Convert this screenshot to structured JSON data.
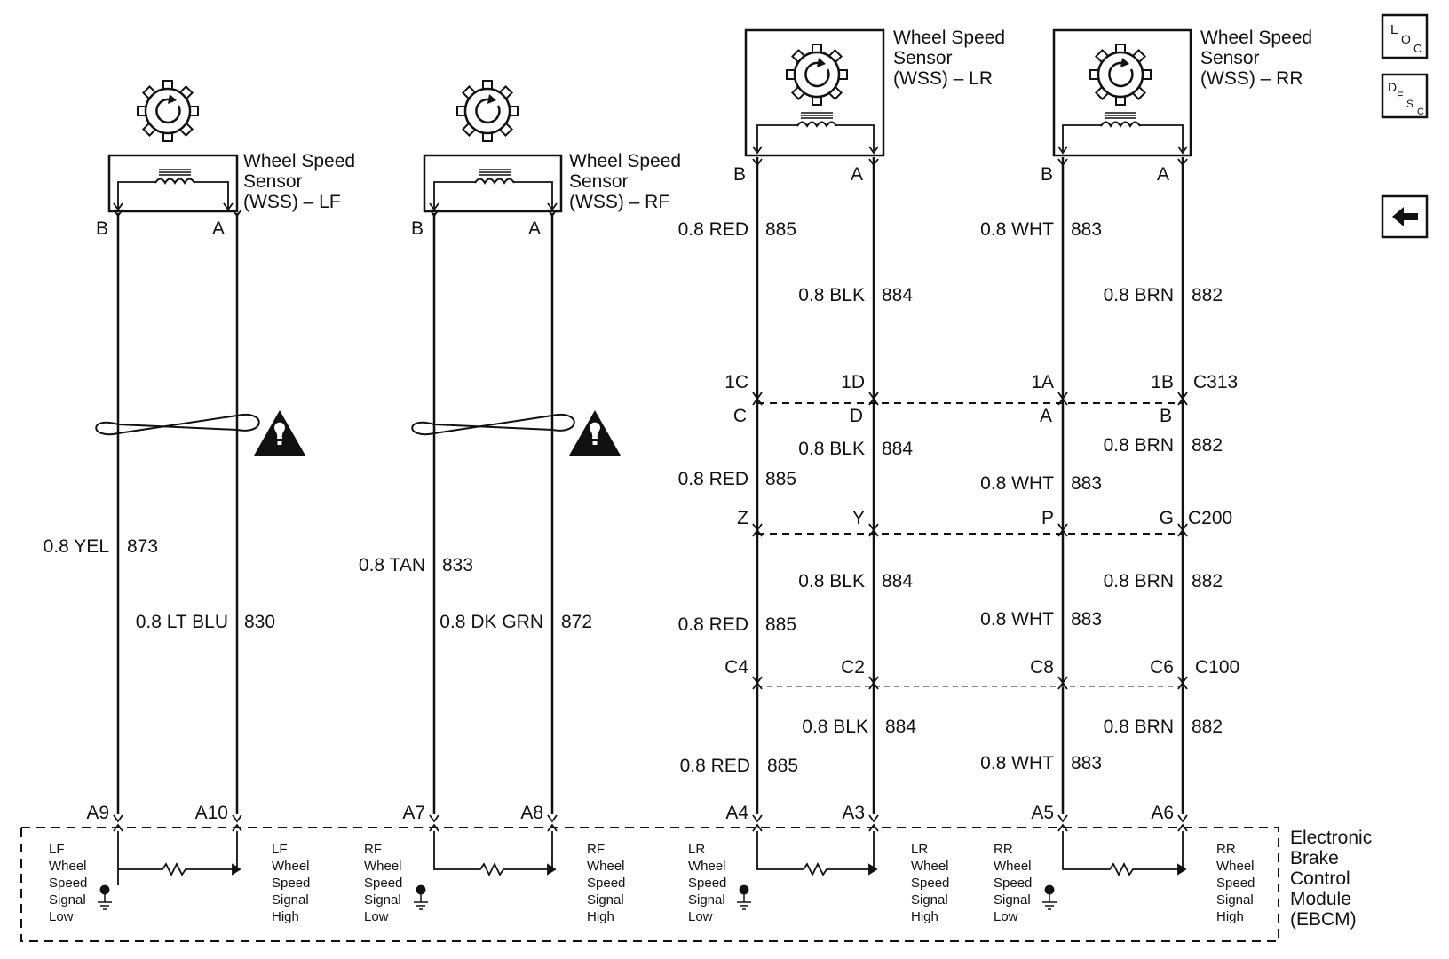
{
  "sensors": {
    "lf": [
      "Wheel Speed",
      "Sensor",
      "(WSS) – LF"
    ],
    "rf": [
      "Wheel Speed",
      "Sensor",
      "(WSS) – RF"
    ],
    "lr": [
      "Wheel Speed",
      "Sensor",
      "(WSS) – LR"
    ],
    "rr": [
      "Wheel Speed",
      "Sensor",
      "(WSS) – RR"
    ]
  },
  "sensor_pins": {
    "lf": {
      "b": "B",
      "a": "A"
    },
    "rf": {
      "b": "B",
      "a": "A"
    },
    "lr": {
      "b": "B",
      "a": "A"
    },
    "rr": {
      "b": "B",
      "a": "A"
    }
  },
  "wires": {
    "lf_low": {
      "color": "0.8 YEL",
      "circuit": "873"
    },
    "lf_high": {
      "color": "0.8 LT BLU",
      "circuit": "830"
    },
    "rf_low": {
      "color": "0.8 TAN",
      "circuit": "833"
    },
    "rf_high": {
      "color": "0.8 DK GRN",
      "circuit": "872"
    },
    "lr_low": {
      "color": "0.8 RED",
      "circuit": "885"
    },
    "lr_high": {
      "color": "0.8 BLK",
      "circuit": "884"
    },
    "rr_low": {
      "color": "0.8 WHT",
      "circuit": "883"
    },
    "rr_high": {
      "color": "0.8 BRN",
      "circuit": "882"
    }
  },
  "connectors": {
    "c313": {
      "name": "C313",
      "pins": [
        "1C",
        "1D",
        "1A",
        "1B"
      ]
    },
    "c200": {
      "name": "C200",
      "pins_top": [
        "C",
        "D",
        "A",
        "B"
      ],
      "pins_bottom": [
        "Z",
        "Y",
        "P",
        "G"
      ]
    },
    "c100": {
      "name": "C100",
      "pins": [
        "C4",
        "C2",
        "C8",
        "C6"
      ]
    }
  },
  "ebcm_pins": [
    "A9",
    "A10",
    "A7",
    "A8",
    "A4",
    "A3",
    "A5",
    "A6"
  ],
  "ebcm": {
    "name": [
      "Electronic",
      "Brake",
      "Control",
      "Module",
      "(EBCM)"
    ],
    "signals": {
      "lf_low": [
        "LF",
        "Wheel",
        "Speed",
        "Signal",
        "Low"
      ],
      "lf_high": [
        "LF",
        "Wheel",
        "Speed",
        "Signal",
        "High"
      ],
      "rf_low": [
        "RF",
        "Wheel",
        "Speed",
        "Signal",
        "Low"
      ],
      "rf_high": [
        "RF",
        "Wheel",
        "Speed",
        "Signal",
        "High"
      ],
      "lr_low": [
        "LR",
        "Wheel",
        "Speed",
        "Signal",
        "Low"
      ],
      "lr_high": [
        "LR",
        "Wheel",
        "Speed",
        "Signal",
        "High"
      ],
      "rr_low": [
        "RR",
        "Wheel",
        "Speed",
        "Signal",
        "Low"
      ],
      "rr_high": [
        "RR",
        "Wheel",
        "Speed",
        "Signal",
        "High"
      ]
    }
  },
  "nav": {
    "loc": {
      "main": "L",
      "sub1": "O",
      "sub2": "C"
    },
    "desc": {
      "main": "D",
      "sub1": "E",
      "sub2": "S",
      "sub3": "C"
    },
    "back_icon": "left-arrow-icon"
  }
}
